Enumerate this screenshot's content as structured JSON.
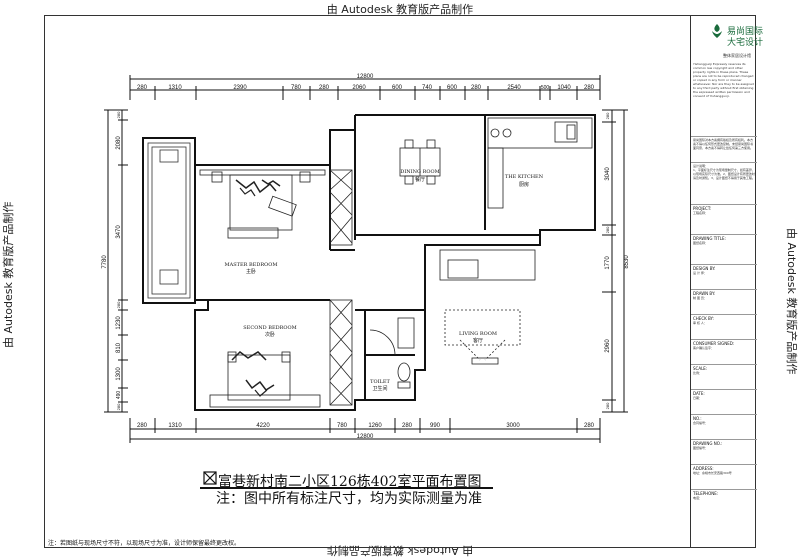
{
  "watermark": {
    "top": "由 Autodesk 教育版产品制作",
    "bottom": "由 Autodesk 教育版产品制作",
    "left": "由 Autodesk 教育版产品制作",
    "right": "由 Autodesk 教育版产品制作"
  },
  "plan": {
    "title": "富巷新村南二小区126栋402室平面布置图",
    "note": "注：图中所有标注尺寸，均为实际测量为准",
    "rooms": {
      "dining": "DINING ROOM",
      "dining_cn": "餐厅",
      "kitchen": "THE KITCHEN",
      "kitchen_cn": "厨房",
      "master": "MASTER BEDROOM",
      "master_cn": "主卧",
      "second": "SECOND BEDROOM",
      "second_cn": "次卧",
      "living": "LIVING ROOM",
      "living_cn": "客厅",
      "toilet": "TOILET",
      "toilet_cn": "卫生间"
    },
    "dims": {
      "top_total": "12800",
      "top": [
        "280",
        "1310",
        "2390",
        "780",
        "280",
        "2060",
        "600",
        "740",
        "600",
        "280",
        "2540",
        "500",
        "1040",
        "280"
      ],
      "bottom_total": "12800",
      "bottom": [
        "280",
        "1310",
        "4220",
        "780",
        "1260",
        "280",
        "990",
        "3000",
        "280"
      ],
      "left_total": "7780",
      "left": [
        "280",
        "2080",
        "3470",
        "280",
        "1230",
        "810",
        "1300",
        "490",
        "280"
      ],
      "right_total": "8530",
      "right": [
        "280",
        "3040",
        "280",
        "1770",
        "2960",
        "280"
      ]
    }
  },
  "title_block": {
    "logo_name1": "易尚国际",
    "logo_name2": "大宅设计",
    "logo_sub": "整体家居设计馆",
    "copyright_en": "Yishangguoji Expressly reserves its common law copyright and other property rights in these plans. These plans are not to be reproduced changed or copied in any form or manner whatsoever. Nor are they to be assigned to any third party without first obtaining the expressed written permission and consent of Yishangguoji.",
    "copyright_cn": "易尚国际对本方案拥有版权及所有权利。本方案不得以任何形式更改复制。未经易尚国际书面同意，本方案不得转让给任何第三方使用。",
    "notes_title": "设计说明：",
    "notes": "1、平面标注尺寸为现场量制尺寸，如有差异，以现场实际尺寸为准。2、图纸设计有所更改时请及时通知。3、设计图纸不得用于其他工程。",
    "project_label": "PROJECT:",
    "project_cn": "工程名称：",
    "drawing_title_label": "DRAWING TITLE:",
    "drawing_title_cn": "图纸名称：",
    "design_by_label": "DESIGN BY:",
    "design_by_cn": "设 计 师：",
    "drawn_by_label": "DRAWN BY:",
    "drawn_by_cn": "制 图 员：",
    "check_by_label": "CHECK BY:",
    "check_by_cn": "审 核 人：",
    "consumer_label": "CONSUMER SIGNED:",
    "consumer_cn": "客户确认签字：",
    "scale_label": "SCALE:",
    "scale_cn": "比例：",
    "date_label": "DATE:",
    "date_cn": "日期：",
    "contract_label": "NO.:",
    "contract_cn": "合同编号：",
    "drawing_no_label": "DRAWING NO.:",
    "drawing_no_cn": "图纸编号：",
    "address_label": "ADDRESS:",
    "address_value": "地址：余姚市长安西路300号",
    "tel_label": "TELEPHONE:",
    "tel_value": "电话："
  },
  "footnote": "注：若图纸与现场尺寸不符，以现场尺寸为准，设计师保留最终更改权。"
}
